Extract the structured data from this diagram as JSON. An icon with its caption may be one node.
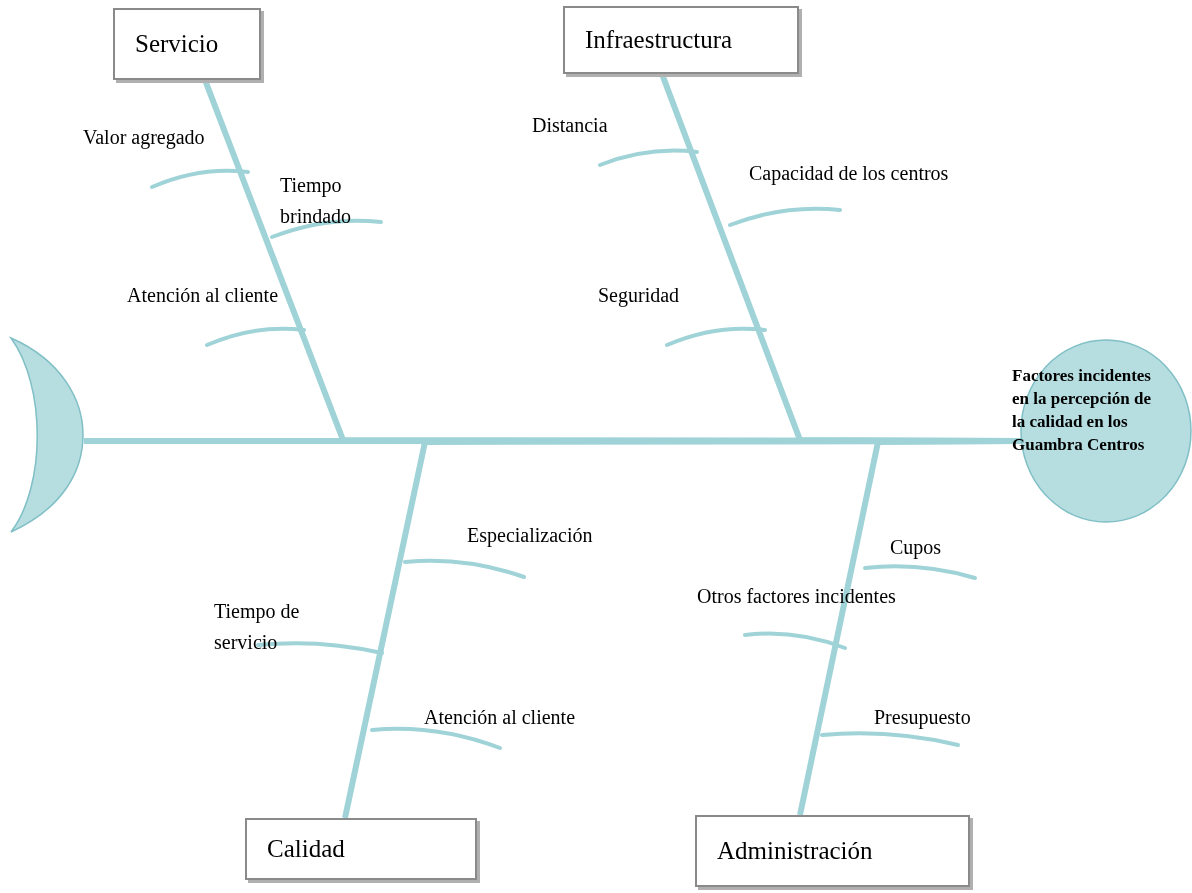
{
  "diagram": {
    "nodes": [
      {
        "text": [
          "Servicio"
        ]
      },
      {
        "text": [
          "Infraestructura"
        ]
      },
      {
        "text": [
          "Calidad"
        ]
      },
      {
        "text": [
          "Administración"
        ]
      },
      {
        "text": [
          "Factores incidentes en la percepción de la calidad en los Guambra Centros"
        ]
      },
      {
        "text": [],
        "shape": "crescent"
      }
    ],
    "edges": [
      {
        "from": 5,
        "to": 4,
        "arrow": "none"
      },
      {
        "from": 0,
        "to": 4,
        "arrow": "none"
      },
      {
        "from": 1,
        "to": 4,
        "arrow": "none"
      },
      {
        "from": 2,
        "to": 4,
        "arrow": "none"
      },
      {
        "from": 3,
        "to": 4,
        "arrow": "none"
      }
    ],
    "labels": [
      "Valor agregado",
      "Distancia",
      "Tiempo brindado",
      "Capacidad de los centros",
      "Atención al cliente",
      "Seguridad",
      "Especialización",
      "Cupos",
      "Otros factores incidentes",
      "Tiempo de servicio",
      "Atención al cliente",
      "Presupuesto"
    ]
  }
}
